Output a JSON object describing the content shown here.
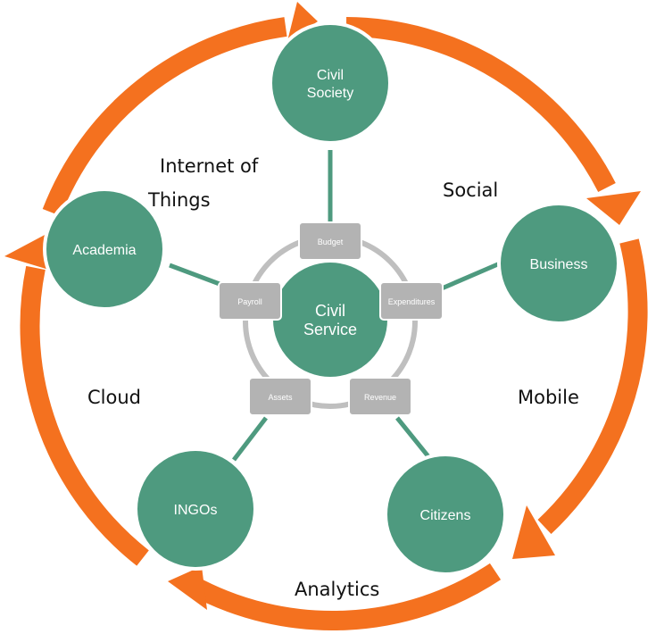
{
  "colors": {
    "arrow": "#f4711f",
    "node_fill": "#4e9a7f",
    "node_stroke": "#ffffff",
    "connector": "#4e9a7f",
    "box_fill": "#b3b3b3",
    "inner_ring": "#bfbfbf",
    "text_dark": "#111111"
  },
  "center": {
    "line1": "Civil",
    "line2": "Service"
  },
  "nodes": {
    "civil_society": {
      "line1": "Civil",
      "line2": "Society"
    },
    "business": {
      "label": "Business"
    },
    "citizens": {
      "label": "Citizens"
    },
    "ingos": {
      "label": "INGOs"
    },
    "academia": {
      "label": "Academia"
    }
  },
  "boxes": {
    "budget": "Budget",
    "expenditures": "Expenditures",
    "revenue": "Revenue",
    "assets": "Assets",
    "payroll": "Payroll"
  },
  "technologies": {
    "iot_line1": "Internet of",
    "iot_line2": "Things",
    "social": "Social",
    "mobile": "Mobile",
    "analytics": "Analytics",
    "cloud": "Cloud"
  }
}
